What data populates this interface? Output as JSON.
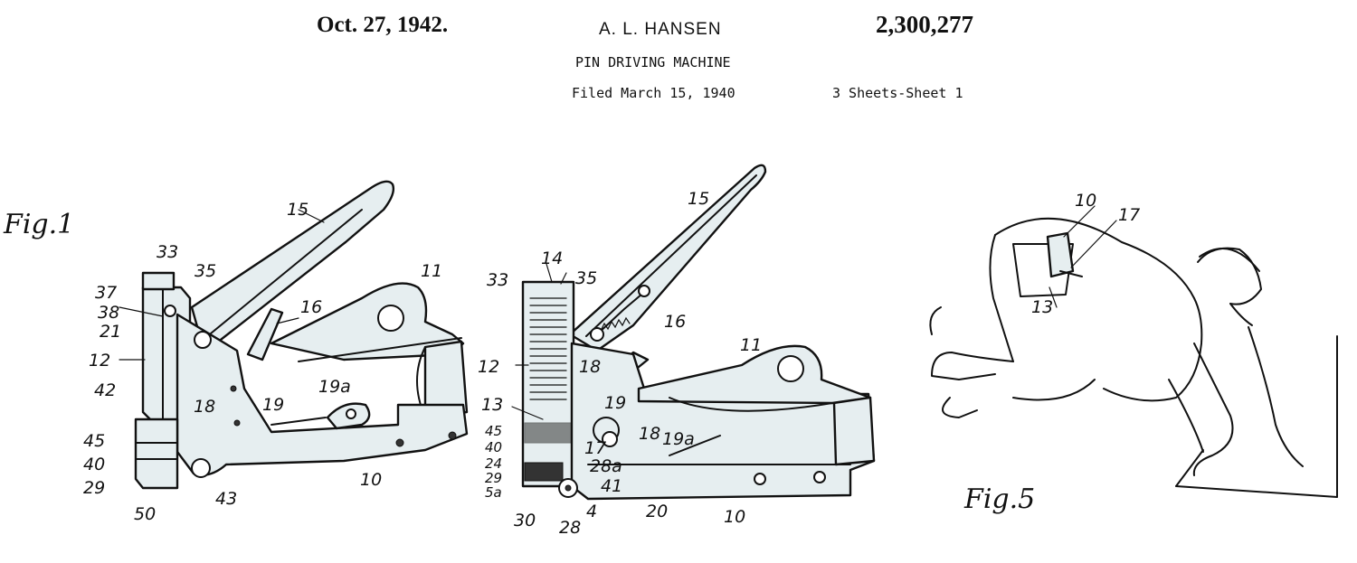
{
  "header": {
    "date": "Oct. 27, 1942.",
    "inventor": "A. L. HANSEN",
    "patent_number": "2,300,277",
    "title": "PIN DRIVING MACHINE",
    "filed": "Filed March 15, 1940",
    "sheets": "3 Sheets-Sheet 1"
  },
  "figures": {
    "fig1": {
      "name": "Fig.1",
      "labels": [
        "15",
        "33",
        "35",
        "37",
        "38",
        "21",
        "11",
        "16",
        "12",
        "42",
        "18",
        "19",
        "19a",
        "45",
        "40",
        "29",
        "50",
        "43",
        "10"
      ]
    },
    "fig2": {
      "labels": [
        "15",
        "14",
        "33",
        "35",
        "16",
        "12",
        "18",
        "11",
        "19",
        "13",
        "45",
        "40",
        "24",
        "29",
        "5a",
        "30",
        "28",
        "4",
        "17",
        "28a",
        "41",
        "19a",
        "18",
        "20",
        "10"
      ]
    },
    "fig5": {
      "name": "Fig.5",
      "labels": [
        "10",
        "17",
        "13"
      ]
    }
  }
}
